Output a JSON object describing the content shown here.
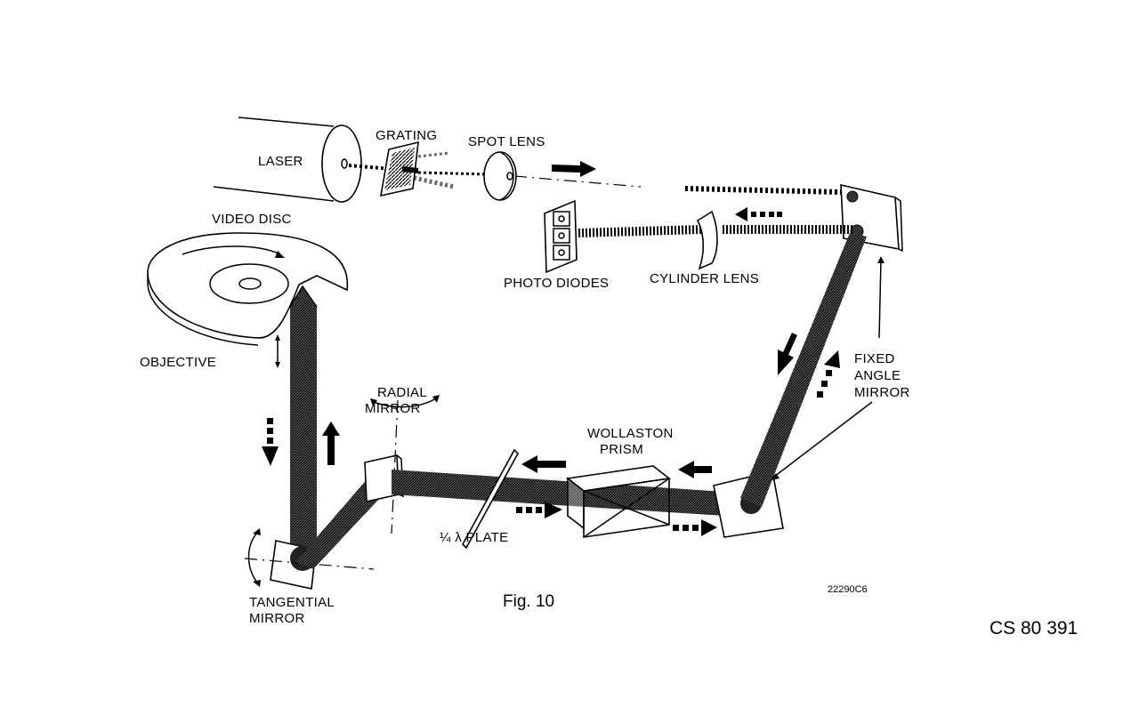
{
  "labels": {
    "laser": "LASER",
    "grating": "GRATING",
    "spot_lens": "SPOT LENS",
    "video_disc": "VIDEO DISC",
    "photo_diodes": "PHOTO DIODES",
    "cylinder_lens": "CYLINDER LENS",
    "objective": "OBJECTIVE",
    "fixed_angle_mirror": [
      "FIXED",
      "ANGLE",
      "MIRROR"
    ],
    "radial_mirror": [
      "RADIAL",
      "MIRROR"
    ],
    "wollaston_prism": [
      "WOLLASTON",
      "PRISM"
    ],
    "quarter_wave_plate": "¼ λ PLATE",
    "tangential_mirror": [
      "TANGENTIAL",
      "MIRROR"
    ]
  },
  "caption": "Fig. 10",
  "drawing_code": "22290C6",
  "reference": "CS 80 391",
  "colors": {
    "ink": "#000000",
    "paper": "#ffffff",
    "beam": "#3a3a3a"
  }
}
